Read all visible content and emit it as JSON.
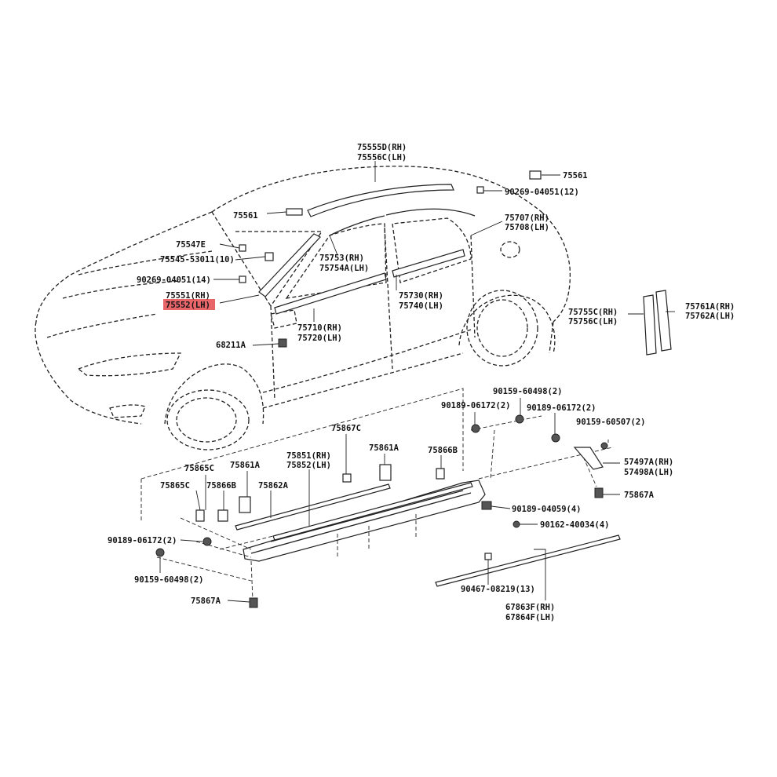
{
  "highlight_color": "#e8666a",
  "labels": {
    "l75555d": "75555D(RH)",
    "l75556c": "75556C(LH)",
    "l75561_top": "75561",
    "l90269_12": "90269-04051(12)",
    "l75561_left": "75561",
    "l75707": "75707(RH)",
    "l75708": "75708(LH)",
    "l75547e": "75547E",
    "l75545": "75545-53011(10)",
    "l75753": "75753(RH)",
    "l75754a": "75754A(LH)",
    "l90269_14": "90269-04051(14)",
    "l75551": "75551(RH)",
    "l75552": "75552(LH)",
    "l75730": "75730(RH)",
    "l75740": "75740(LH)",
    "l75755c": "75755C(RH)",
    "l75756c": "75756C(LH)",
    "l75761a": "75761A(RH)",
    "l75762a": "75762A(LH)",
    "l75710": "75710(RH)",
    "l75720": "75720(LH)",
    "l68211a": "68211A",
    "l90159_60498_top": "90159-60498(2)",
    "l90189_06172_a": "90189-06172(2)",
    "l90189_06172_b": "90189-06172(2)",
    "l90159_60507": "90159-60507(2)",
    "l75867c": "75867C",
    "l57497a": "57497A(RH)",
    "l57498a": "57498A(LH)",
    "l75851": "75851(RH)",
    "l75852": "75852(LH)",
    "l75861a_mid": "75861A",
    "l75866b_right": "75866B",
    "l75865c_a": "75865C",
    "l75861a_left": "75861A",
    "l75865c_b": "75865C",
    "l75866b_left": "75866B",
    "l75862a": "75862A",
    "l75867a_right": "75867A",
    "l90189_04059": "90189-04059(4)",
    "l90162_40034": "90162-40034(4)",
    "l90189_06172_c": "90189-06172(2)",
    "l90159_60498_bot": "90159-60498(2)",
    "l75867a_left": "75867A",
    "l90467": "90467-08219(13)",
    "l67863f": "67863F(RH)",
    "l67864f": "67864F(LH)"
  }
}
